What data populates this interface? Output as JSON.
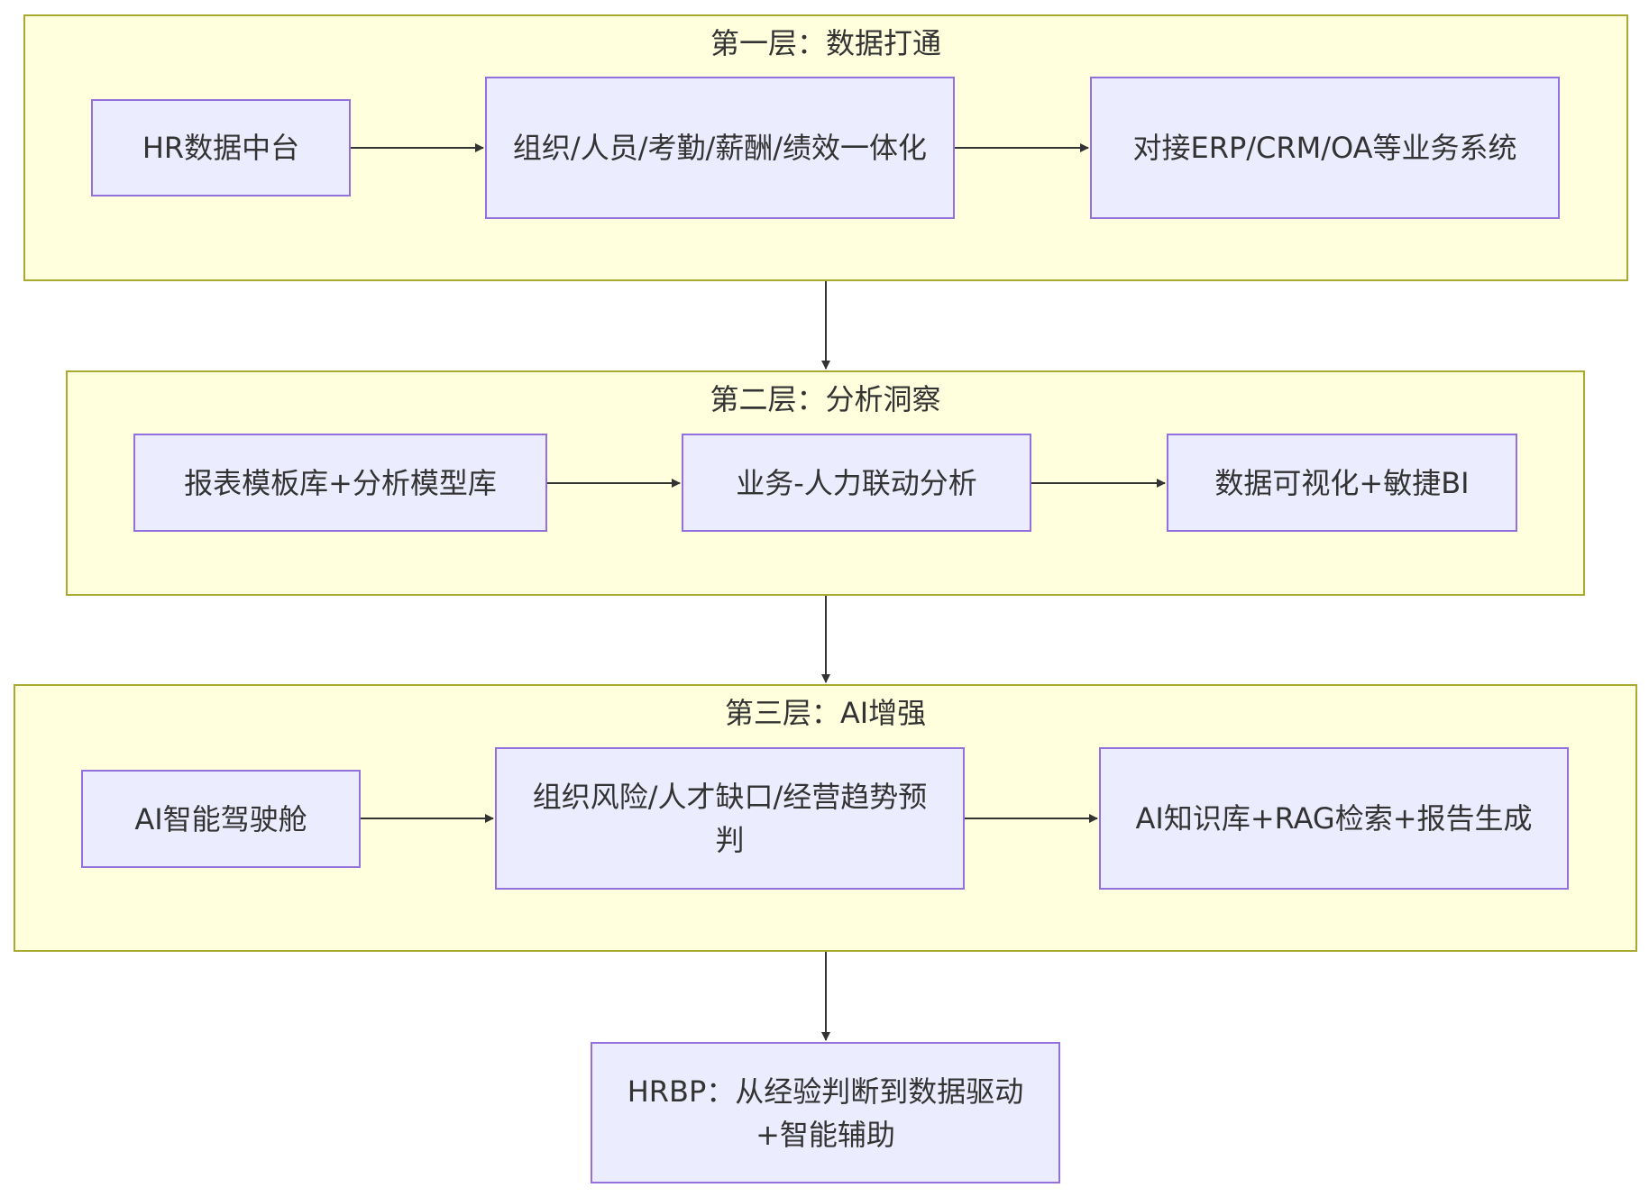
{
  "layers": [
    {
      "title": "第一层：数据打通",
      "nodes": [
        "HR数据中台",
        "组织/人员/考勤/薪酬/绩效一体化",
        "对接ERP/CRM/OA等业务系统"
      ]
    },
    {
      "title": "第二层：分析洞察",
      "nodes": [
        "报表模板库+分析模型库",
        "业务-人力联动分析",
        "数据可视化+敏捷BI"
      ]
    },
    {
      "title": "第三层：AI增强",
      "nodes": [
        "AI智能驾驶舱",
        "组织风险/人才缺口/经营趋势预判",
        "AI知识库+RAG检索+报告生成"
      ]
    }
  ],
  "result": "HRBP：从经验判断到数据驱动+智能辅助",
  "colors": {
    "layer_fill": "#ffffde",
    "layer_border": "#aaaa33",
    "node_fill": "#ececff",
    "node_border": "#9370db",
    "edge": "#333333"
  }
}
